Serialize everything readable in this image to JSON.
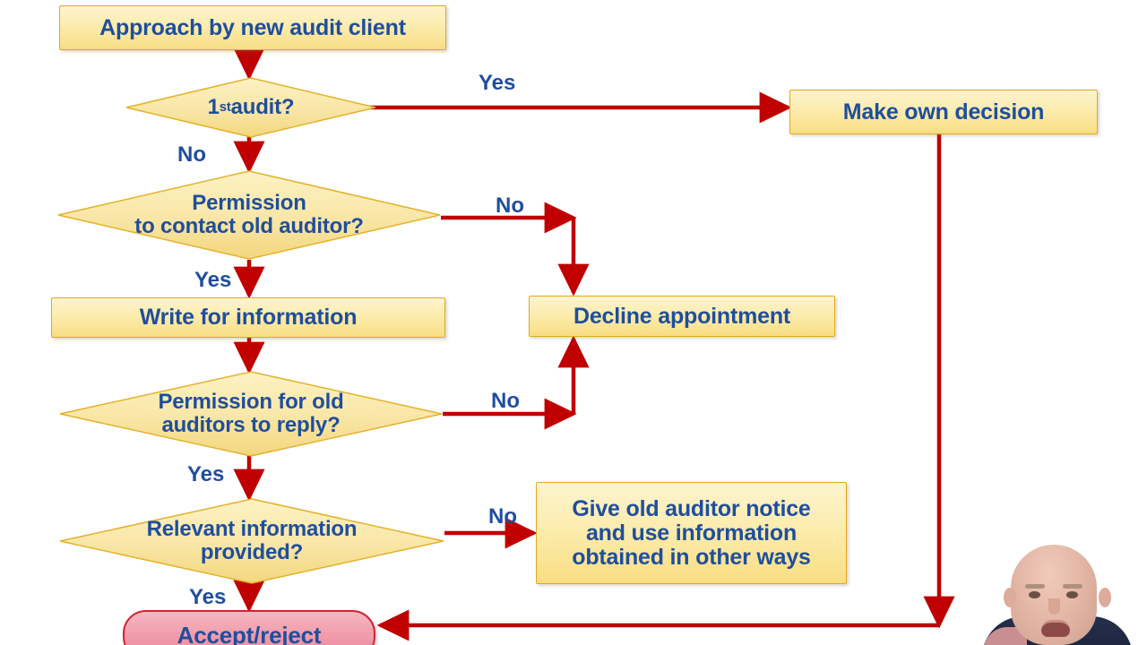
{
  "diagram": {
    "title": "New audit client acceptance flowchart",
    "colors": {
      "node_fill_top": "#fdf4cf",
      "node_fill_bottom": "#f8de84",
      "node_border": "#e3a81c",
      "text": "#1f4e9c",
      "connector": "#c00000",
      "terminator_fill": "#f09aa9",
      "terminator_border": "#cf2430",
      "background": "#ffffff"
    },
    "nodes": {
      "start": {
        "label": "Approach by new audit client",
        "shape": "process"
      },
      "first_audit": {
        "label": "1st audit?",
        "label_main": "1",
        "label_sup": "st",
        "label_rest": " audit?",
        "shape": "decision"
      },
      "make_own_decision": {
        "label": "Make own decision",
        "shape": "process"
      },
      "permission_contact": {
        "label": "Permission\nto contact old auditor?",
        "shape": "decision"
      },
      "decline": {
        "label": "Decline appointment",
        "shape": "process"
      },
      "write_for_info": {
        "label": "Write for information",
        "shape": "process"
      },
      "permission_reply": {
        "label": "Permission for old\nauditors to reply?",
        "shape": "decision"
      },
      "give_notice": {
        "label": "Give old auditor notice\nand use information\nobtained in other ways",
        "shape": "process"
      },
      "relevant_info": {
        "label": "Relevant information\nprovided?",
        "shape": "decision"
      },
      "accept_reject": {
        "label": "Accept/reject",
        "shape": "terminator"
      }
    },
    "edge_labels": {
      "first_audit_yes": "Yes",
      "first_audit_no": "No",
      "permission_contact_no": "No",
      "permission_contact_yes": "Yes",
      "permission_reply_no": "No",
      "permission_reply_yes": "Yes",
      "relevant_info_no": "No",
      "relevant_info_yes": "Yes"
    }
  },
  "presenter": {
    "description": "presenter video overlay"
  }
}
